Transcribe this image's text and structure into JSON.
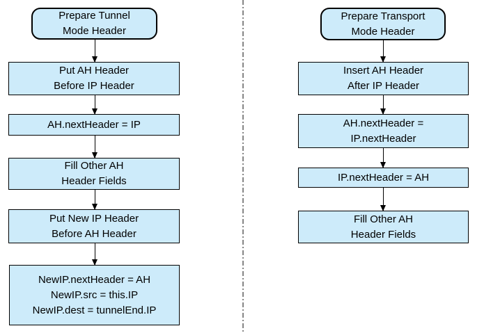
{
  "diagram": {
    "title": "AH header preparation flowcharts",
    "colors": {
      "box_fill": "#cdebfa",
      "box_border": "#000000",
      "arrow": "#000000",
      "divider": "#858585"
    },
    "left_flow": {
      "name": "tunnel-mode-flow",
      "nodes": [
        {
          "type": "rounded",
          "name": "node-prepare-tunnel-mode-header",
          "lines": [
            "Prepare Tunnel",
            "Mode Header"
          ]
        },
        {
          "type": "rect",
          "name": "node-put-ah-header-before-ip-header",
          "lines": [
            "Put AH Header",
            "Before IP Header"
          ]
        },
        {
          "type": "rect",
          "name": "node-ah-nextheader-ip",
          "lines": [
            "AH.nextHeader = IP"
          ]
        },
        {
          "type": "rect",
          "name": "node-fill-other-ah-header-fields",
          "lines": [
            "Fill Other AH",
            "Header Fields"
          ]
        },
        {
          "type": "rect",
          "name": "node-put-new-ip-header-before-ah-header",
          "lines": [
            "Put New IP Header",
            "Before AH Header"
          ]
        },
        {
          "type": "rect",
          "name": "node-newip-assignments",
          "lines": [
            "NewIP.nextHeader = AH",
            "NewIP.src = this.IP",
            "NewIP.dest = tunnelEnd.IP"
          ]
        }
      ]
    },
    "right_flow": {
      "name": "transport-mode-flow",
      "nodes": [
        {
          "type": "rounded",
          "name": "node-prepare-transport-mode-header",
          "lines": [
            "Prepare Transport",
            "Mode Header"
          ]
        },
        {
          "type": "rect",
          "name": "node-insert-ah-header-after-ip-header",
          "lines": [
            "Insert AH Header",
            "After IP Header"
          ]
        },
        {
          "type": "rect",
          "name": "node-ah-nextheader-ip-nextheader",
          "lines": [
            "AH.nextHeader =",
            "IP.nextHeader"
          ]
        },
        {
          "type": "rect",
          "name": "node-ip-nextheader-ah",
          "lines": [
            "IP.nextHeader = AH"
          ]
        },
        {
          "type": "rect",
          "name": "node-fill-other-ah-header-fields-right",
          "lines": [
            "Fill Other AH",
            "Header Fields"
          ]
        }
      ]
    }
  }
}
